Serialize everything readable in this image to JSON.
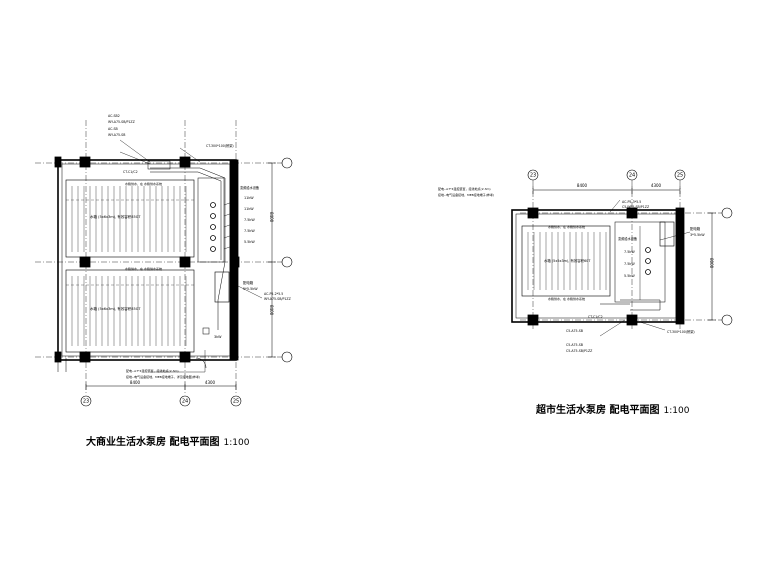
{
  "plan_left": {
    "title": "大商业生活水泵房 配电平面图",
    "scale": "1:100",
    "axes_bottom": [
      "23",
      "24",
      "25"
    ],
    "dims_bottom": [
      "8400",
      "4300"
    ],
    "dims_right": [
      "8400",
      "8400"
    ],
    "tank_upper": "水箱 (5x6x3m), 有效容积85GT",
    "tank_lower": "水箱 (5x6x3m), 有效容积85GT",
    "tank_note": "水箱供水，在 水箱供水系统",
    "equip_title": "变频给水设备",
    "pump_powers": [
      "11kW",
      "11kW",
      "7.5kW",
      "7.5kW",
      "5.5kW"
    ],
    "lighting": "3kW",
    "panel_label": "配电箱",
    "panel_power": "5*5.5kW",
    "labels_top": [
      "AC-SB2",
      "WY-A75-SB/P1ZZ",
      "AC-SB",
      "WY-A75-SB"
    ],
    "cable_top": "CT-300*100(桥架)",
    "cable_mid": "CT-C1/C2",
    "cable_right": [
      "AC-P5-2*5.5",
      "WY-A75-SB/P1ZZ"
    ],
    "note_bottom": [
      "配电--A7*4温控装置，接线地点(2.3m)",
      "接地--电气设备接地，MEB接地端子，详见接地图(参考)"
    ]
  },
  "plan_right": {
    "title": "超市生活水泵房 配电平面图",
    "scale": "1:100",
    "axes_top": [
      "23",
      "24",
      "25"
    ],
    "dims_top": [
      "8400",
      "4300"
    ],
    "dims_right": [
      "8000"
    ],
    "tank": "水箱 (5x5x3m), 有效容积60T",
    "tank_note": "水箱供水，在 水箱供水系统",
    "equip_title": "变频给水设备",
    "pump_powers": [
      "7.5kW",
      "7.5kW",
      "5.5kW"
    ],
    "panel_label": "配电箱",
    "panel_power": "3*5.5kW",
    "labels_top": [
      "AC-P5-3*5.5",
      "C5-WP5-SB/P1ZZ"
    ],
    "note_top": [
      "配电--A7*4温控装置，接线地点(2.3m)",
      "接地--电气设备接地，MEB接地端子(参考)"
    ],
    "labels_bottom": [
      "C5-A75-SB",
      "CT-C1/C2",
      "C5-A75-SB",
      "C5-A75-SB/P1ZZ"
    ],
    "cable_bottom": "CT-300*100(桥架)"
  }
}
